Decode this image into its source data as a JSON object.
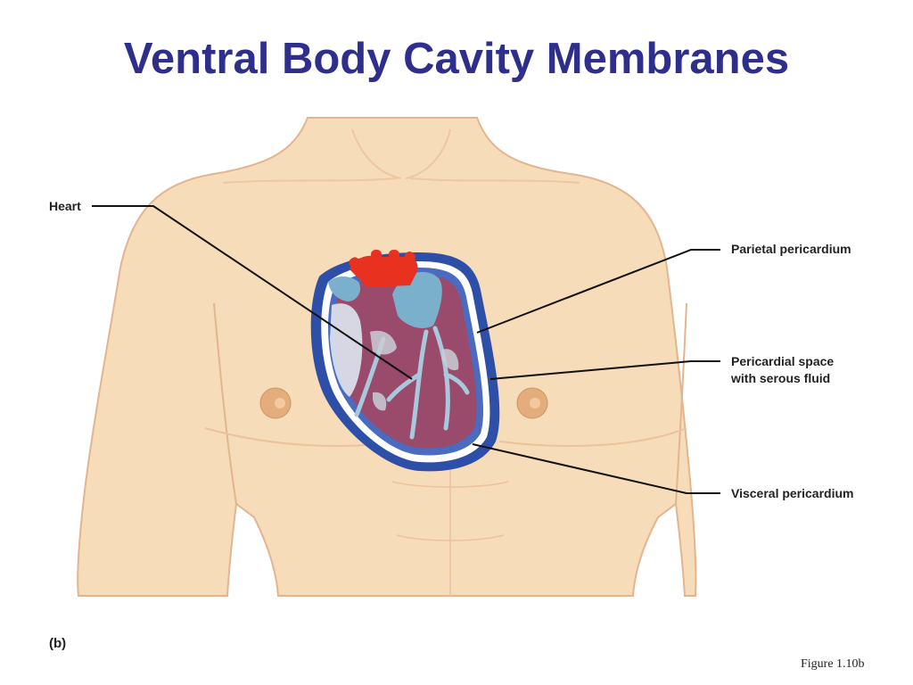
{
  "slide": {
    "title": "Ventral Body Cavity Membranes",
    "title_color": "#2e2e8c",
    "figure_ref": "Figure 1.10b",
    "panel_label": "(b)"
  },
  "labels": {
    "heart": "Heart",
    "parietal": "Parietal pericardium",
    "space_line1": "Pericardial space",
    "space_line2": "with serous fluid",
    "visceral": "Visceral pericardium"
  },
  "colors": {
    "skin": "#f7dcb9",
    "skin_edge": "#e3b58f",
    "heart": "#9a4a6a",
    "vessels": "#7bb0cc",
    "aorta": "#e8311f",
    "pericardium": "#2e4fa8",
    "serous_fluid": "#ffffff",
    "nipple": "#e3ad7c"
  }
}
